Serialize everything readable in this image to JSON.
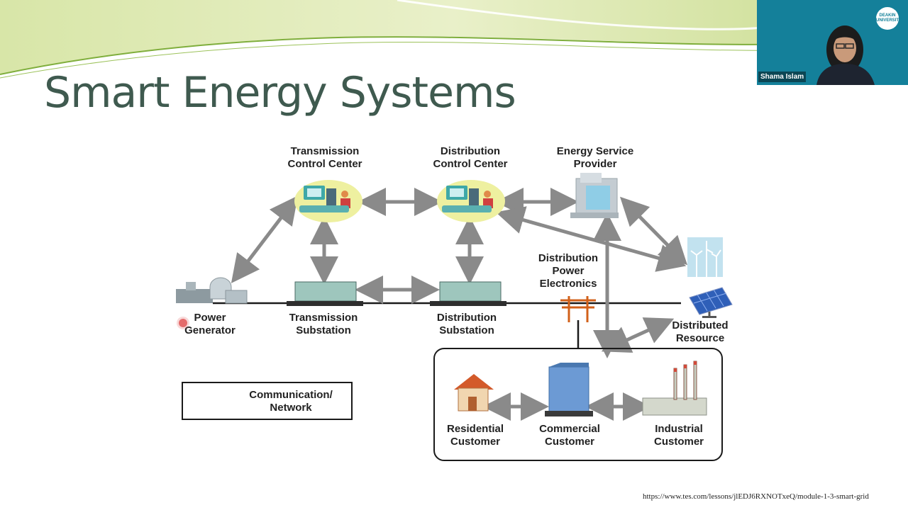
{
  "slide": {
    "title": "Smart Energy Systems",
    "source_url": "https://www.tes.com/lessons/jlEDJ6RXNOTxeQ/module-1-3-smart-grid"
  },
  "diagram": {
    "nodes": {
      "transmission_control_center": [
        "Transmission",
        "Control Center"
      ],
      "distribution_control_center": [
        "Distribution",
        "Control Center"
      ],
      "energy_service_provider": [
        "Energy Service",
        "Provider"
      ],
      "power_generator": [
        "Power",
        "Generator"
      ],
      "transmission_substation": [
        "Transmission",
        "Substation"
      ],
      "distribution_substation": [
        "Distribution",
        "Substation"
      ],
      "distribution_power_electronics": [
        "Distribution",
        "Power",
        "Electronics"
      ],
      "distributed_resource": [
        "Distributed",
        "Resource"
      ],
      "residential_customer": [
        "Residential",
        "Customer"
      ],
      "commercial_customer": [
        "Commercial",
        "Customer"
      ],
      "industrial_customer": [
        "Industrial",
        "Customer"
      ]
    },
    "legend": [
      "Communication/",
      "Network"
    ]
  },
  "video": {
    "presenter_name": "Shama Islam",
    "logo_text": "DEAKIN UNIVERSITY"
  },
  "colors": {
    "title": "#3f5a4f",
    "arrow": "#8a8a8a",
    "banner_light": "#e4edc2",
    "banner_green": "#c4d88a",
    "video_bg": "#14809a"
  }
}
